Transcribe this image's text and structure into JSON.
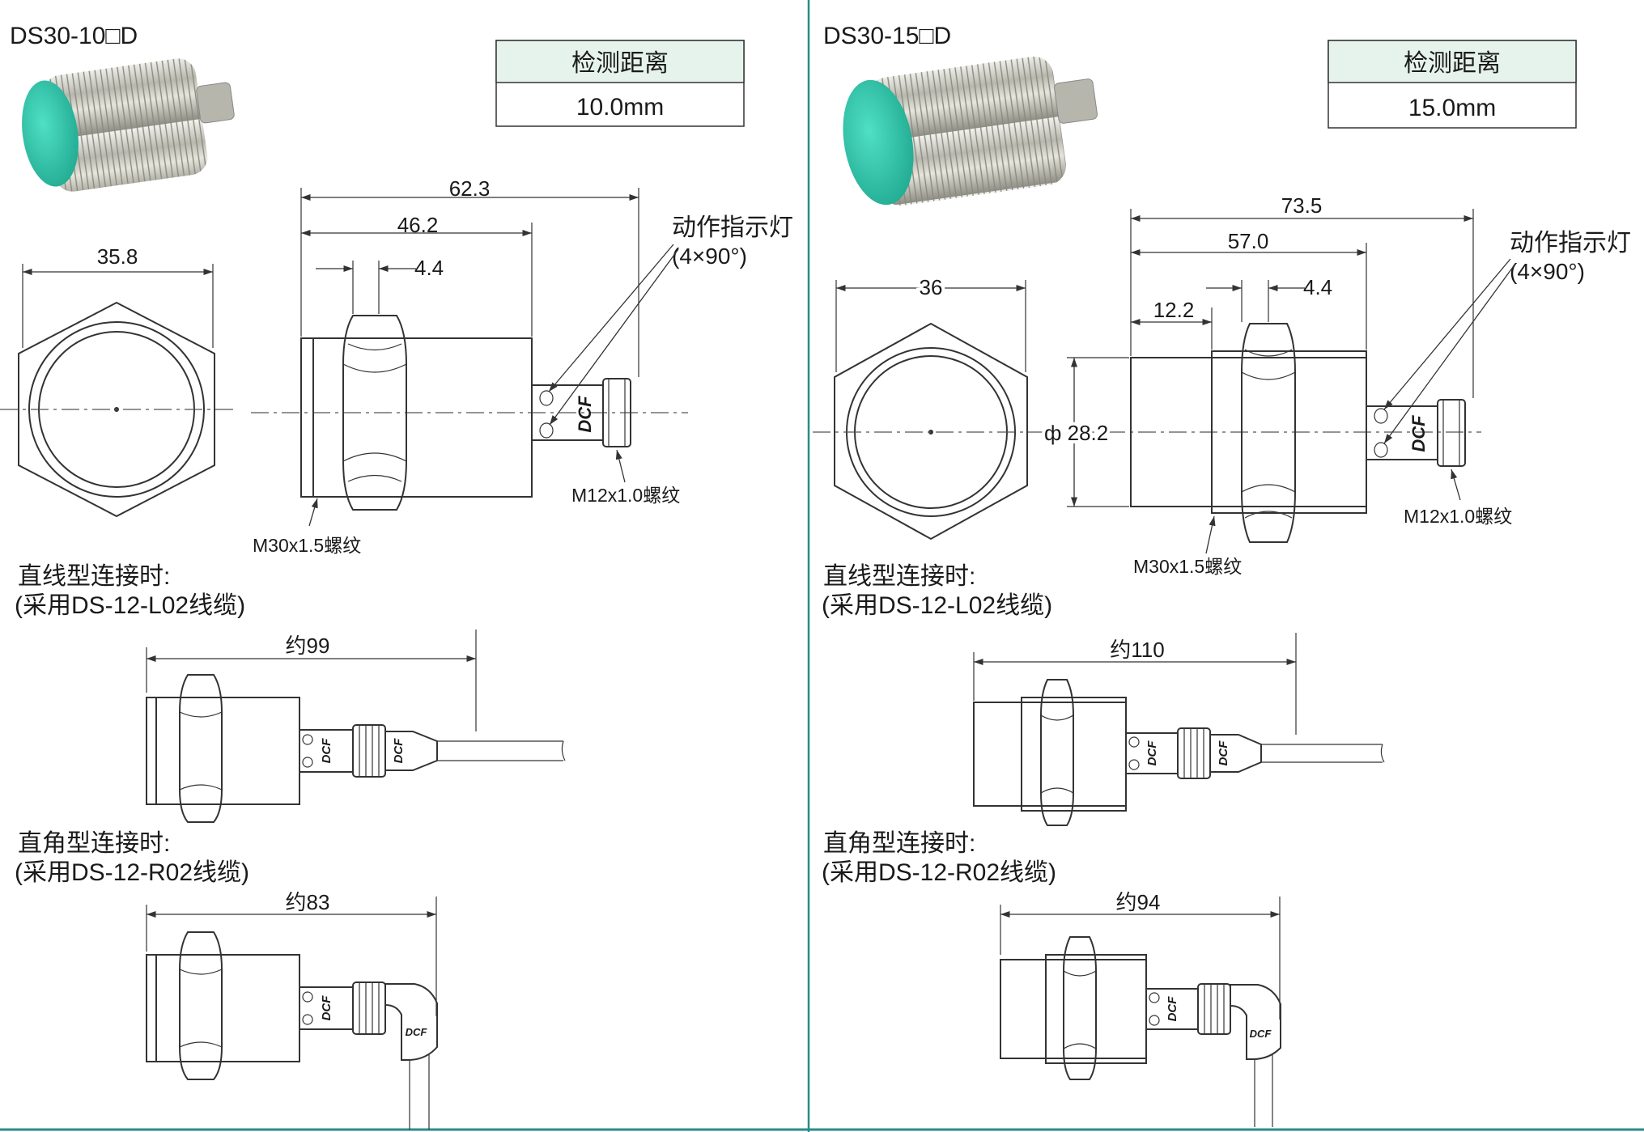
{
  "left": {
    "model": "DS30-10□D",
    "detect_table": {
      "header": "检测距离",
      "value": "10.0mm"
    },
    "front_dim": "35.8",
    "dims": {
      "overall": "62.3",
      "body": "46.2",
      "nut": "4.4"
    },
    "indicator_label": "动作指示灯",
    "indicator_sub": "(4×90°)",
    "m12_label": "M12x1.0螺纹",
    "m30_label": "M30x1.5螺纹",
    "brand": "DCF",
    "straight": {
      "title": "直线型连接时:",
      "cable": "(采用DS-12-L02线缆)",
      "length": "约99"
    },
    "angle": {
      "title": "直角型连接时:",
      "cable": "(采用DS-12-R02线缆)",
      "length": "约83"
    }
  },
  "right": {
    "model": "DS30-15□D",
    "detect_table": {
      "header": "检测距离",
      "value": "15.0mm"
    },
    "front_dim": "36",
    "dims": {
      "overall": "73.5",
      "body": "57.0",
      "nut": "4.4",
      "head": "12.2",
      "diameter": "ф 28.2"
    },
    "indicator_label": "动作指示灯",
    "indicator_sub": "(4×90°)",
    "m12_label": "M12x1.0螺纹",
    "m30_label": "M30x1.5螺纹",
    "brand": "DCF",
    "straight": {
      "title": "直线型连接时:",
      "cable": "(采用DS-12-L02线缆)",
      "length": "约110"
    },
    "angle": {
      "title": "直角型连接时:",
      "cable": "(采用DS-12-R02线缆)",
      "length": "约94"
    }
  },
  "colors": {
    "divider": "#2a8a8a",
    "table_header": "#e6f3ec",
    "sensor_face": "#38c9b0"
  }
}
